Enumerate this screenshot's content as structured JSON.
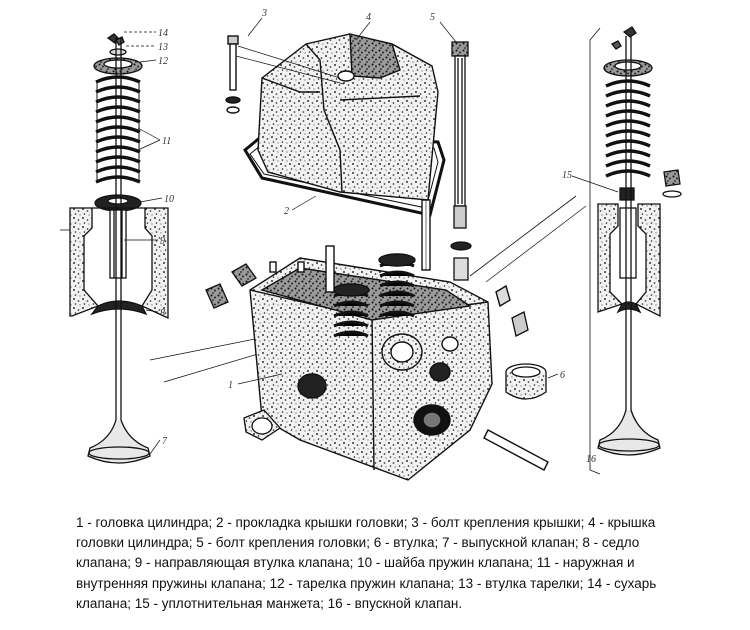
{
  "diagram": {
    "callouts": {
      "c1": "1",
      "c2": "2",
      "c3": "3",
      "c4": "4",
      "c5": "5",
      "c6": "6",
      "c7": "7",
      "c8": "8",
      "c9": "9",
      "c10": "10",
      "c11": "11",
      "c12": "12",
      "c13": "13",
      "c14": "14",
      "c15": "15",
      "c16": "16"
    }
  },
  "caption": {
    "text": "1 - головка цилиндра; 2 - прокладка крышки головки; 3 - болт крепления крышки; 4 - крышка головки цилиндра; 5 - болт крепления головки; 6 - втулка; 7 - выпускной клапан; 8 - седло клапана; 9 - направляющая втулка клапана; 10 - шайба пружин клапана; 11 - наружная и внутренняя пружины клапана; 12 - тарелка пружин клапана; 13 - втулка тарелки; 14 - сухарь клапана; 15 - уплотнительная манжета; 16 - впускной клапан."
  }
}
